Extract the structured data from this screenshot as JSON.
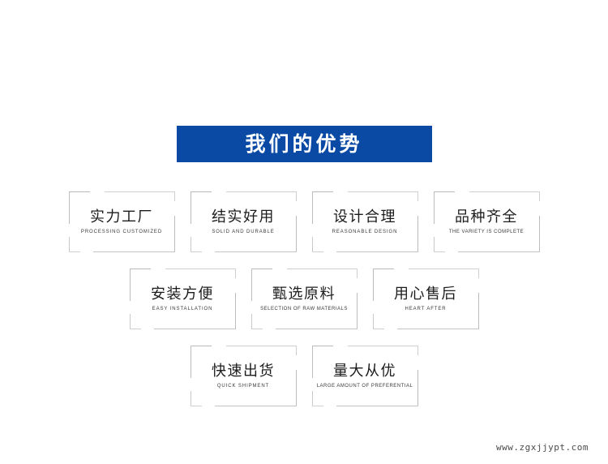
{
  "banner": {
    "title": "我们的优势",
    "background_color": "#0a4aa5",
    "text_color": "#ffffff"
  },
  "page": {
    "background_color": "#ffffff"
  },
  "features": {
    "rows": [
      [
        {
          "cn": "实力工厂",
          "en": "PROCESSING CUSTOMIZED"
        },
        {
          "cn": "结实好用",
          "en": "SOLID AND DURABLE"
        },
        {
          "cn": "设计合理",
          "en": "REASONABLE DESIGN"
        },
        {
          "cn": "品种齐全",
          "en": "THE VARIETY IS COMPLETE"
        }
      ],
      [
        {
          "cn": "安装方便",
          "en": "EASY INSTALLATION"
        },
        {
          "cn": "甄选原料",
          "en": "SELECTION OF RAW MATERIALS"
        },
        {
          "cn": "用心售后",
          "en": "HEART AFTER"
        }
      ],
      [
        {
          "cn": "快速出货",
          "en": "QUICK SHIPMENT"
        },
        {
          "cn": "量大从优",
          "en": "LARGE AMOUNT OF PREFERENTIAL"
        }
      ]
    ]
  },
  "watermark": {
    "text": "www.zgxjjypt.com"
  }
}
